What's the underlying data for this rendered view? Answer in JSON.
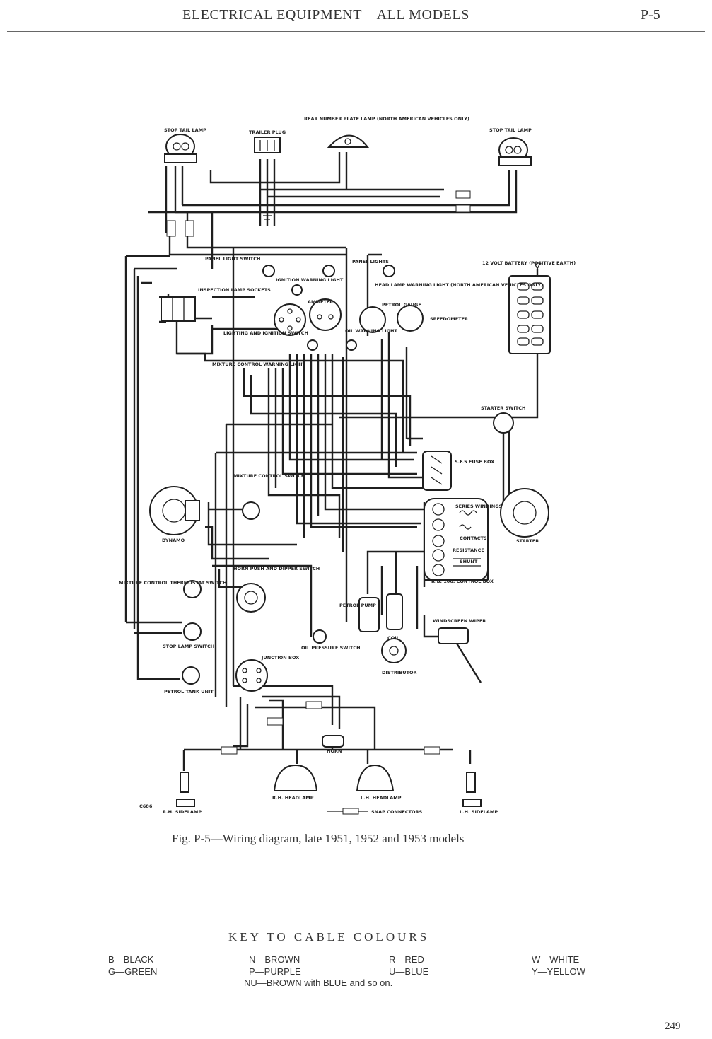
{
  "header": {
    "title": "ELECTRICAL EQUIPMENT—ALL MODELS",
    "page_ref": "P-5"
  },
  "diagram": {
    "code": "C686",
    "labels": {
      "stop_tail_lamp_left": "STOP TAIL LAMP",
      "trailer_plug": "TRAILER PLUG",
      "rear_number_plate_lamp": "REAR NUMBER PLATE LAMP (NORTH AMERICAN VEHICLES ONLY)",
      "stop_tail_lamp_right": "STOP TAIL LAMP",
      "battery": "12 VOLT BATTERY (POSITIVE EARTH)",
      "panel_light_switch": "PANEL LIGHT SWITCH",
      "ignition_warning_light": "IGNITION WARNING LIGHT",
      "panel_lights": "PANEL LIGHTS",
      "inspection_lamp_sockets": "INSPECTION LAMP SOCKETS",
      "head_lamp_warning_light": "HEAD LAMP WARNING LIGHT (NORTH AMERICAN VEHICLES ONLY)",
      "ammeter": "AMMETER",
      "petrol_gauge": "PETROL GAUGE",
      "speedometer": "SPEEDOMETER",
      "lighting_ignition_switch": "LIGHTING AND IGNITION SWITCH",
      "oil_warning_light": "OIL WARNING LIGHT",
      "mixture_control_warning_light": "MIXTURE CONTROL WARNING LIGHT",
      "starter_switch": "STARTER SWITCH",
      "fuse_box": "S.F.5 FUSE BOX",
      "mixture_control_switch": "MIXTURE CONTROL SWITCH",
      "dynamo": "DYNAMO",
      "series_windings": "SERIES WINDINGS",
      "contacts": "CONTACTS",
      "resistance": "RESISTANCE",
      "shunt": "SHUNT",
      "control_box": "R.B. 106. CONTROL BOX",
      "starter": "STARTER",
      "mixture_control_thermostat_switch": "MIXTURE CONTROL THERMOSTAT SWITCH",
      "horn_push_dipper_switch": "HORN PUSH AND DIPPER SWITCH",
      "petrol_pump": "PETROL PUMP",
      "coil": "COIL",
      "windscreen_wiper": "WINDSCREEN WIPER",
      "distributor": "DISTRIBUTOR",
      "oil_pressure_switch": "OIL PRESSURE SWITCH",
      "stop_lamp_switch": "STOP LAMP SWITCH",
      "junction_box": "JUNCTION BOX",
      "petrol_tank_unit": "PETROL TANK UNIT",
      "horn": "HORN",
      "rh_sidelamp": "R.H. SIDELAMP",
      "rh_headlamp": "R.H. HEADLAMP",
      "lh_headlamp": "L.H. HEADLAMP",
      "lh_sidelamp": "L.H. SIDELAMP",
      "snap_connectors": "SNAP CONNECTORS"
    }
  },
  "caption": "Fig. P-5—Wiring diagram, late 1951, 1952 and 1953 models",
  "key": {
    "title": "KEY TO CABLE COLOURS",
    "col1": [
      "B—BLACK",
      "G—GREEN"
    ],
    "col2": [
      "N—BROWN",
      "P—PURPLE"
    ],
    "col3": [
      "R—RED",
      "U—BLUE"
    ],
    "col4": [
      "W—WHITE",
      "Y—YELLOW"
    ],
    "note": "NU—BROWN with BLUE and so on."
  },
  "page_number": "249"
}
